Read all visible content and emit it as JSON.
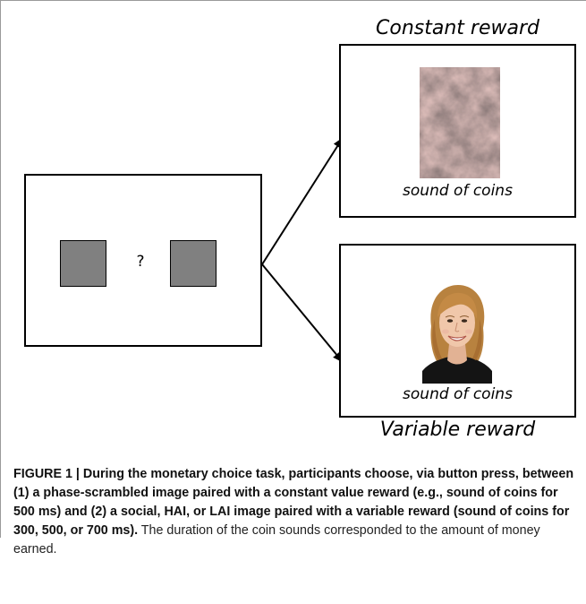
{
  "figure": {
    "constant_title": "Constant reward",
    "variable_title": "Variable reward",
    "coins_label_top": "sound of coins",
    "coins_label_bottom": "sound of coins",
    "question_mark": "?"
  },
  "caption": {
    "label": "FIGURE 1 | ",
    "bold_text": "During the monetary choice task, participants choose, via button press, between (1) a phase-scrambled image paired with a constant value reward (e.g., sound of coins for 500 ms) and (2) a social, HAI, or LAI image paired with a variable reward (sound of coins for 300, 500, or 700 ms).",
    "regular_text": " The duration of the coin sounds corresponded to the amount of money earned."
  },
  "colors": {
    "square_fill": "#808080",
    "caption_text": "#222222",
    "panel_border": "#9a9a9a"
  }
}
